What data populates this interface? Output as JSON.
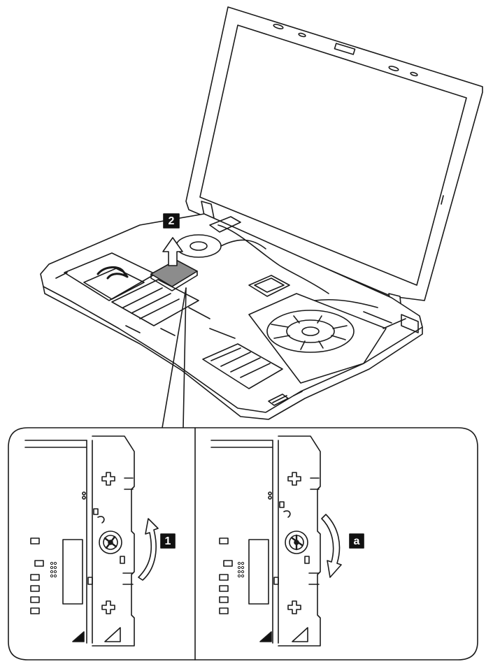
{
  "figure": {
    "callouts": {
      "step_2": "2",
      "step_1": "1",
      "step_a": "a"
    },
    "colors": {
      "line": "#1a1a1a",
      "callout_bg": "#111111",
      "callout_text": "#ffffff",
      "fill_light": "#f2f2f2",
      "fill_mid": "#bdbdbd",
      "fill_dark": "#6b6b6b"
    }
  }
}
